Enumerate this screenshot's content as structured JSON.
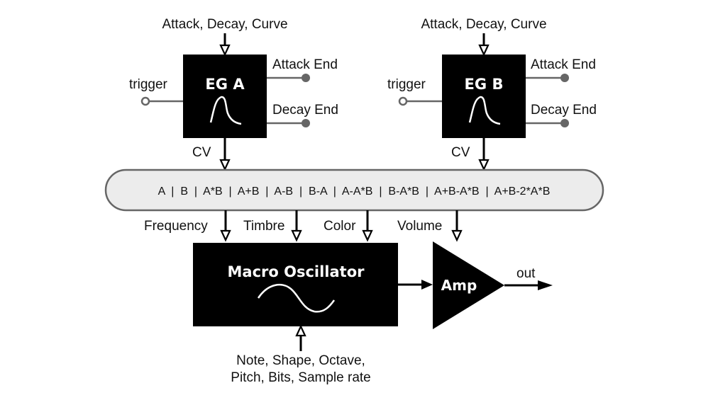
{
  "eg_a": {
    "title": "EG A",
    "params_label": "Attack, Decay, Curve",
    "trigger_label": "trigger",
    "attack_end_label": "Attack End",
    "decay_end_label": "Decay End",
    "cv_label": "CV"
  },
  "eg_b": {
    "title": "EG B",
    "params_label": "Attack, Decay, Curve",
    "trigger_label": "trigger",
    "attack_end_label": "Attack End",
    "decay_end_label": "Decay End",
    "cv_label": "CV"
  },
  "bus": {
    "text": "A  |  B  |  A*B  |  A+B  |  A-B  |  B-A  |  A-A*B  |  B-A*B  |  A+B-A*B  |  A+B-2*A*B",
    "options": [
      "A",
      "B",
      "A*B",
      "A+B",
      "A-B",
      "B-A",
      "A-A*B",
      "B-A*B",
      "A+B-A*B",
      "A+B-2*A*B"
    ]
  },
  "bus_outputs": {
    "frequency": "Frequency",
    "timbre": "Timbre",
    "color": "Color",
    "volume": "Volume"
  },
  "oscillator": {
    "title": "Macro Oscillator",
    "params_line1": "Note, Shape, Octave,",
    "params_line2": "Pitch, Bits, Sample rate"
  },
  "amp": {
    "title": "Amp",
    "out_label": "out"
  },
  "colors": {
    "block": "#000000",
    "bus_fill": "#ececec",
    "bus_stroke": "#666666",
    "wire": "#666666"
  }
}
